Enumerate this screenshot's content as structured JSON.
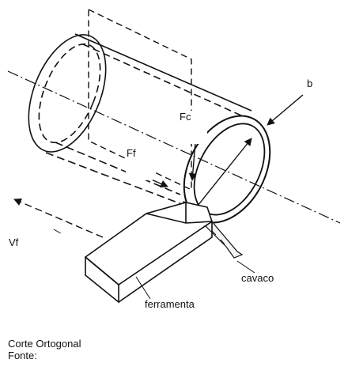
{
  "labels": {
    "b": "b",
    "fc": "Fc",
    "ff": "Ff",
    "vf": "Vf",
    "cavaco": "cavaco",
    "ferramenta": "ferramenta"
  },
  "caption": {
    "title": "Corte Ortogonal",
    "source": "Fonte:"
  }
}
